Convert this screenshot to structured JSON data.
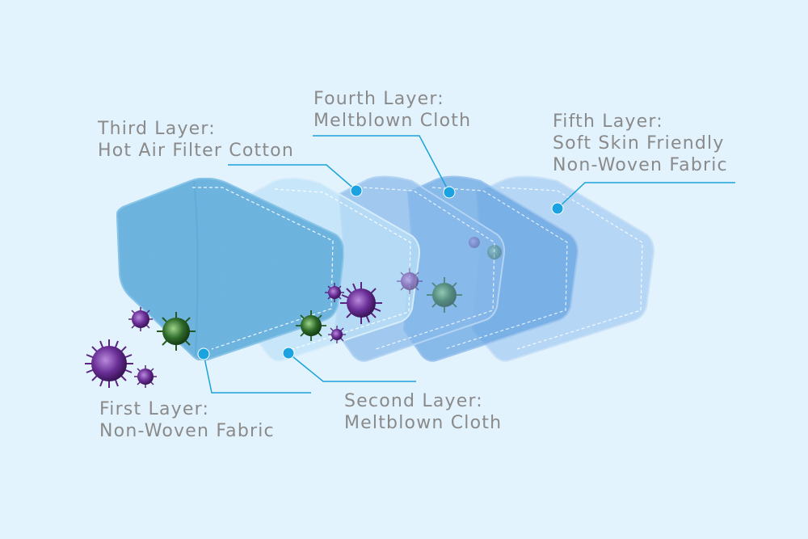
{
  "colors": {
    "background": "#e3f3fd",
    "leader_line": "#1aa3d9",
    "marker_dot": "#1aa3e0",
    "label_text": "#8a8a8a",
    "virus_purple": "#6a2e96",
    "virus_green": "#2e6a2a"
  },
  "layers": [
    {
      "id": "first",
      "lines": [
        "First Layer:",
        "Non-Woven Fabric"
      ]
    },
    {
      "id": "second",
      "lines": [
        "Second Layer:",
        "Meltblown Cloth"
      ]
    },
    {
      "id": "third",
      "lines": [
        "Third Layer:",
        "Hot Air Filter Cotton"
      ]
    },
    {
      "id": "fourth",
      "lines": [
        "Fourth Layer:",
        "Meltblown Cloth"
      ]
    },
    {
      "id": "fifth",
      "lines": [
        "Fifth Layer:",
        "Soft Skin Friendly",
        "Non-Woven Fabric"
      ]
    }
  ]
}
